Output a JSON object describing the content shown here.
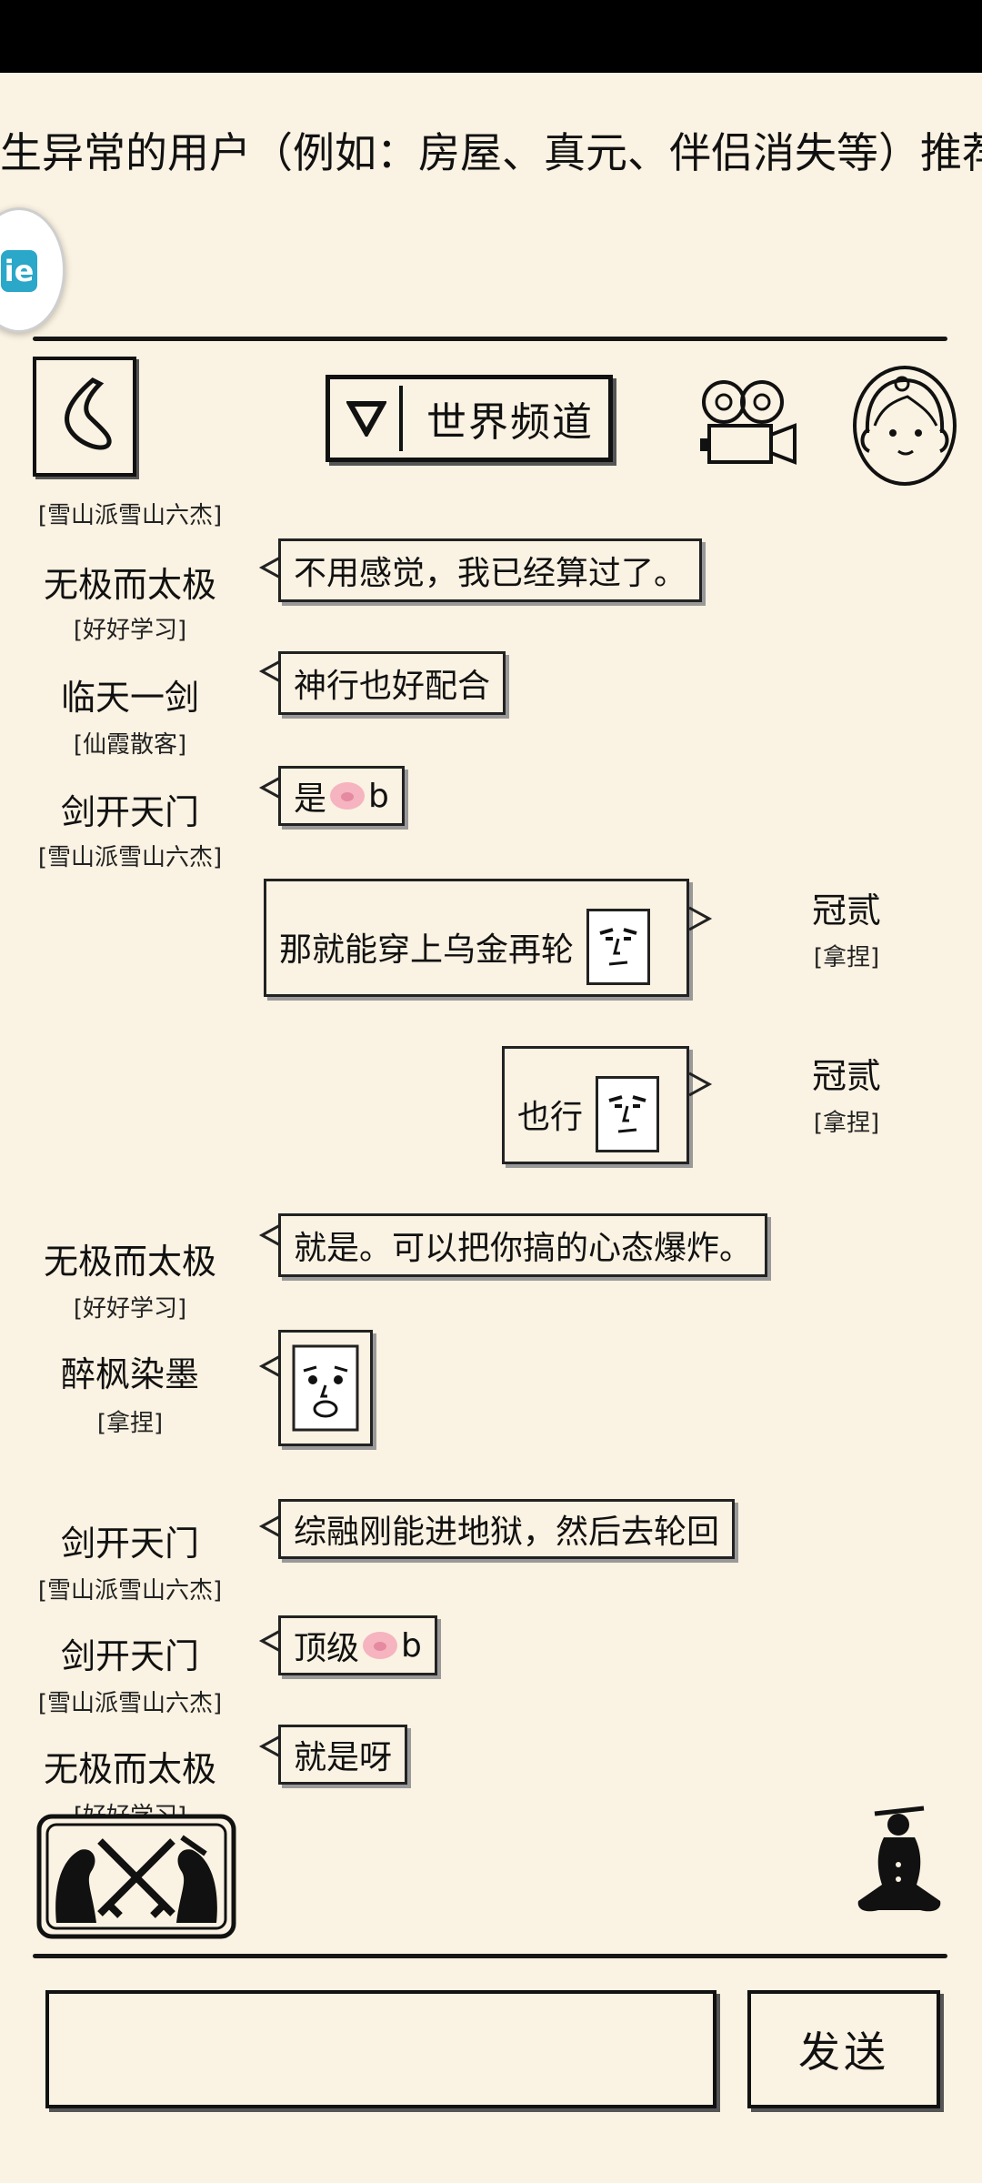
{
  "notice_text": "生异常的用户（例如：房屋、真元、伴侣消失等）推荐",
  "app_badge": "ie",
  "header": {
    "channel": "世界频道"
  },
  "top_tag": "[雪山派雪山六杰]",
  "messages": [
    {
      "name": "无极而太极",
      "tag": "[好好学习]",
      "text": "不用感觉，我已经算过了。"
    },
    {
      "name": "临天一剑",
      "tag": "[仙霞散客]",
      "text": "神行也好配合"
    },
    {
      "name": "剑开天门",
      "tag": "[雪山派雪山六杰]",
      "text_pre": "是",
      "text_post": "b"
    },
    {
      "name": "冠贰",
      "tag": "[拿捏]",
      "text": "那就能穿上乌金再轮"
    },
    {
      "name": "冠贰",
      "tag": "[拿捏]",
      "text": "也行"
    },
    {
      "name": "无极而太极",
      "tag": "[好好学习]",
      "text": "就是。可以把你搞的心态爆炸。"
    },
    {
      "name": "醉枫染墨",
      "tag": "[拿捏]"
    },
    {
      "name": "剑开天门",
      "tag": "[雪山派雪山六杰]",
      "text": "综融刚能进地狱，然后去轮回"
    },
    {
      "name": "剑开天门",
      "tag": "[雪山派雪山六杰]",
      "text_pre": "顶级",
      "text_post": "b"
    },
    {
      "name": "无极而太极",
      "tag": "[好好学习]",
      "text": "就是呀"
    }
  ],
  "input": {
    "placeholder": ""
  },
  "send_label": "发送"
}
